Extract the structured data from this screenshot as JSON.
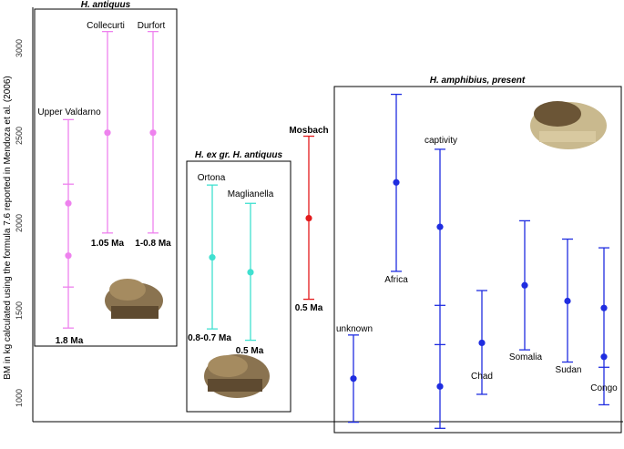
{
  "chart_data": {
    "type": "scatter",
    "title": "",
    "xlabel": "",
    "ylabel": "BM in kg calculated using the formula 7.6 reported in Mendoza et al. (2006)",
    "ylim": [
      850,
      3200
    ],
    "yticks": [
      "1000",
      "1500",
      "2000",
      "2500",
      "3000"
    ],
    "grid": false,
    "groups": [
      {
        "title": "H. antiquus"
      },
      {
        "title": "H. ex gr. H. antiquus"
      },
      {
        "title": "H. amphibius, present"
      }
    ],
    "series": [
      {
        "group": 0,
        "color": "#ee82ee",
        "label": "Upper Valdarno",
        "age": "1.8 Ma",
        "points": [
          2090,
          1790
        ],
        "low": 1375,
        "high": 2570,
        "inner_caps": [
          2200,
          1610
        ]
      },
      {
        "group": 0,
        "color": "#ee82ee",
        "label": "Collecurti",
        "age": "1.05 Ma",
        "points": [
          2495
        ],
        "low": 1920,
        "high": 3075,
        "inner_caps": []
      },
      {
        "group": 0,
        "color": "#ee82ee",
        "label": "Durfort",
        "age": "1-0.8 Ma",
        "points": [
          2495
        ],
        "low": 1920,
        "high": 3075,
        "inner_caps": []
      },
      {
        "group": 1,
        "color": "#40e0d0",
        "label": "Ortona",
        "age": "0.8-0.7 Ma",
        "points": [
          1780
        ],
        "low": 1370,
        "high": 2195,
        "inner_caps": []
      },
      {
        "group": 1,
        "color": "#40e0d0",
        "label": "Maglianella",
        "age": "0.5 Ma",
        "points": [
          1695
        ],
        "low": 1305,
        "high": 2090,
        "inner_caps": []
      },
      {
        "group": -1,
        "color": "#e31a1c",
        "label": "Mosbach",
        "age": "0.5 Ma",
        "points": [
          2005
        ],
        "low": 1540,
        "high": 2475,
        "inner_caps": []
      },
      {
        "group": 2,
        "color": "#1f2de0",
        "label": "unknown",
        "age": "",
        "points": [
          1085
        ],
        "low": 835,
        "high": 1335,
        "inner_caps": []
      },
      {
        "group": 2,
        "color": "#1f2de0",
        "label": "Africa",
        "age": "",
        "points": [
          2210
        ],
        "low": 1700,
        "high": 2715,
        "inner_caps": []
      },
      {
        "group": 2,
        "color": "#1f2de0",
        "label": "captivity",
        "age": "",
        "points": [
          1955,
          1040
        ],
        "low": 800,
        "high": 2400,
        "inner_caps": [
          1505,
          1280
        ]
      },
      {
        "group": 2,
        "color": "#1f2de0",
        "label": "Chad",
        "age": "",
        "points": [
          1290
        ],
        "low": 995,
        "high": 1590,
        "inner_caps": []
      },
      {
        "group": 2,
        "color": "#1f2de0",
        "label": "Somalia",
        "age": "",
        "points": [
          1620
        ],
        "low": 1250,
        "high": 1990,
        "inner_caps": []
      },
      {
        "group": 2,
        "color": "#1f2de0",
        "label": "Sudan",
        "age": "",
        "points": [
          1530
        ],
        "low": 1180,
        "high": 1885,
        "inner_caps": []
      },
      {
        "group": 2,
        "color": "#1f2de0",
        "label": "Congo",
        "age": "",
        "points": [
          1490,
          1210
        ],
        "low": 935,
        "high": 1835,
        "inner_caps": [
          1150
        ]
      }
    ]
  }
}
